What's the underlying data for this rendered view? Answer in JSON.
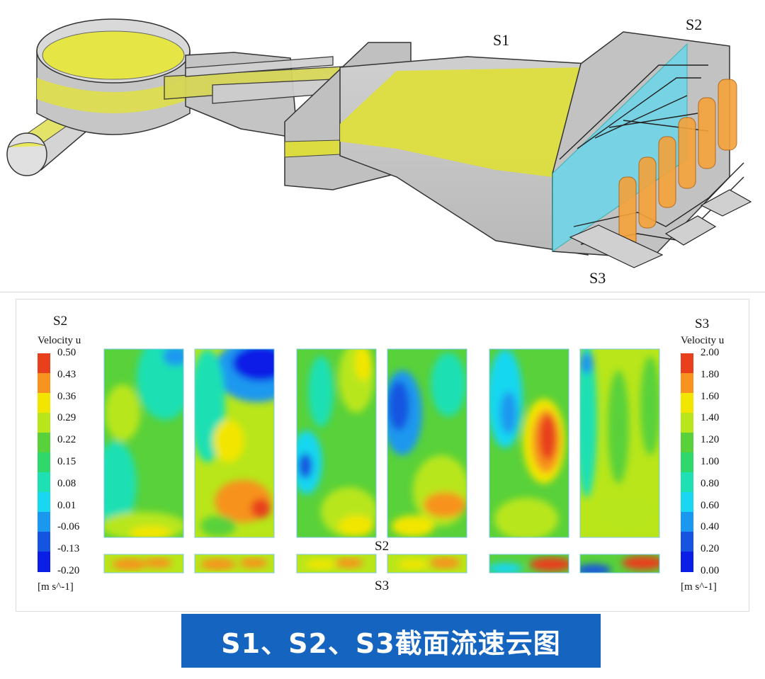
{
  "model": {
    "labels": {
      "s1": "S1",
      "s2": "S2",
      "s3": "S3"
    }
  },
  "contour": {
    "left_legend": {
      "section": "S2",
      "quantity": "Velocity u",
      "unit": "[m s^-1]",
      "ticks": [
        "0.50",
        "0.43",
        "0.36",
        "0.29",
        "0.22",
        "0.15",
        "0.08",
        "0.01",
        "-0.06",
        "-0.13",
        "-0.20"
      ]
    },
    "right_legend": {
      "section": "S3",
      "quantity": "Velocity u",
      "unit": "[m s^-1]",
      "ticks": [
        "2.00",
        "1.80",
        "1.60",
        "1.40",
        "1.20",
        "1.00",
        "0.80",
        "0.60",
        "0.40",
        "0.20",
        "0.00"
      ]
    },
    "colorbar": [
      "#e8401c",
      "#f7931e",
      "#f2e600",
      "#b8e61a",
      "#59d13a",
      "#2ed86a",
      "#1fe0b3",
      "#19d7f0",
      "#1a98ef",
      "#1454e0",
      "#0a1ee6"
    ],
    "row_labels": {
      "s2": "S2",
      "s3": "S3"
    }
  },
  "caption": "S1、S2、S3截面流速云图"
}
